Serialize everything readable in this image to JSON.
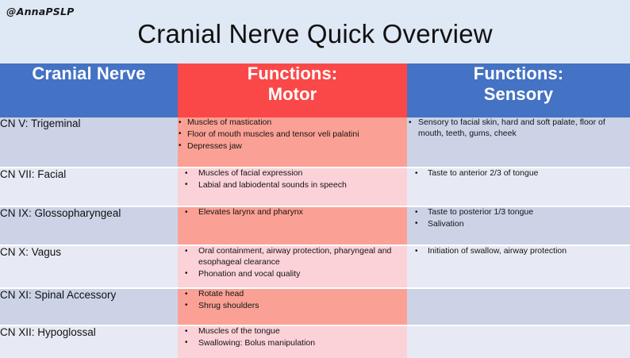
{
  "slide": {
    "watermark": "@AnnaPSLP",
    "title": "Cranial Nerve Quick Overview",
    "background_color": "#dfe8f5"
  },
  "colors": {
    "header_blue": "#4472c4",
    "header_red": "#fa4848",
    "motor_dark_pink": "#fba094",
    "motor_light_pink": "#fbd2d7",
    "nerve_dark_lavender": "#ccd3e7",
    "nerve_light_lavender": "#e7eaf4"
  },
  "table": {
    "headers": {
      "nerve": "Cranial Nerve",
      "motor_line1": "Functions:",
      "motor_line2": "Motor",
      "sensory_line1": "Functions:",
      "sensory_line2": "Sensory"
    },
    "rows": [
      {
        "nerve": "CN V: Trigeminal",
        "motor": [
          "Muscles of mastication",
          "Floor of mouth muscles and tensor veli palatini",
          "Depresses jaw"
        ],
        "sensory": [
          "Sensory to facial skin, hard and soft palate, floor of mouth, teeth, gums, cheek"
        ]
      },
      {
        "nerve": "CN VII: Facial",
        "motor": [
          "Muscles of facial expression",
          "Labial and labiodental sounds in speech"
        ],
        "sensory": [
          "Taste to anterior 2/3 of tongue"
        ]
      },
      {
        "nerve": "CN IX: Glossopharyngeal",
        "motor": [
          "Elevates larynx and pharynx"
        ],
        "sensory": [
          "Taste to posterior 1/3 tongue",
          "Salivation"
        ]
      },
      {
        "nerve": "CN X: Vagus",
        "motor": [
          "Oral containment, airway protection, pharyngeal and esophageal clearance",
          "Phonation and vocal quality"
        ],
        "sensory": [
          "Initiation of swallow, airway protection"
        ]
      },
      {
        "nerve": "CN XI: Spinal Accessory",
        "motor": [
          "Rotate head",
          "Shrug shoulders"
        ],
        "sensory": []
      },
      {
        "nerve": "CN XII: Hypoglossal",
        "motor": [
          "Muscles of the tongue",
          "Swallowing: Bolus manipulation"
        ],
        "sensory": []
      }
    ]
  }
}
